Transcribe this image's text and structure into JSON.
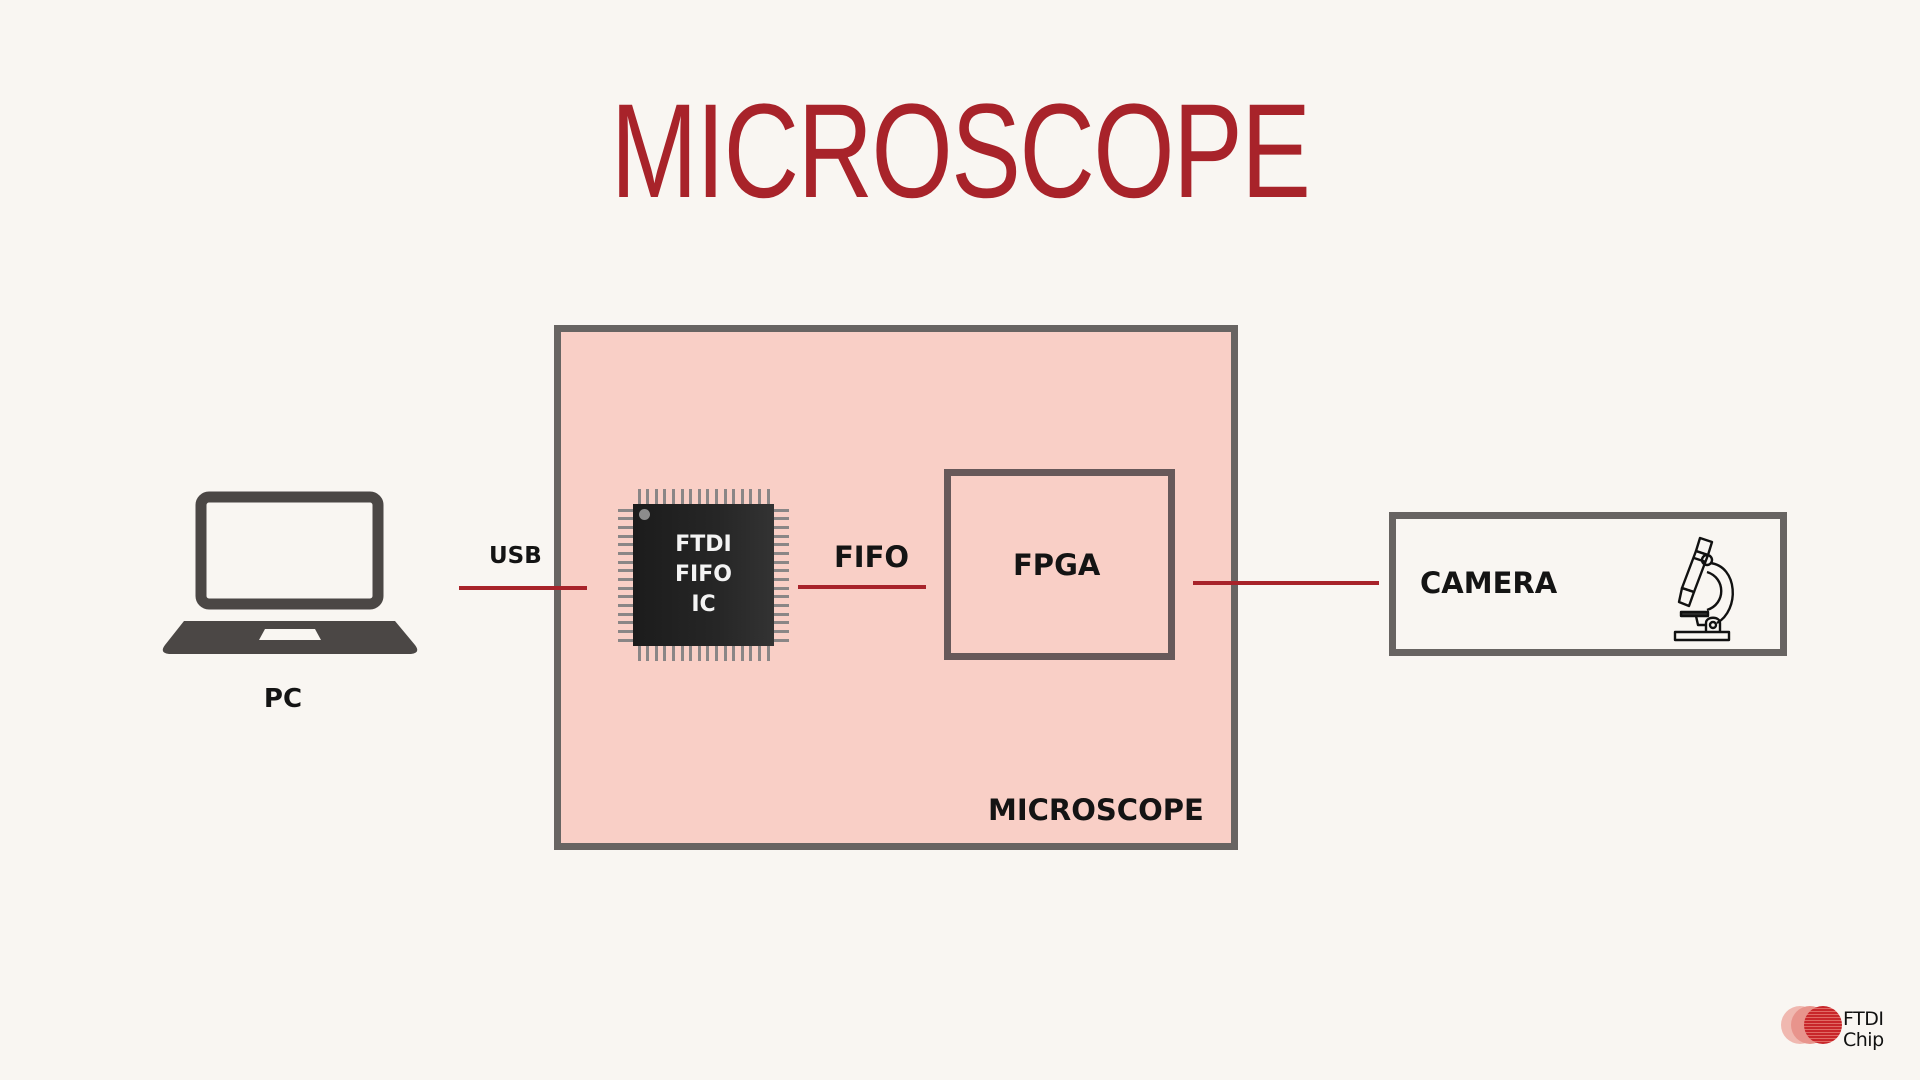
{
  "title": "MICROSCOPE",
  "colors": {
    "background": "#f9f6f2",
    "accent_red": "#a8232a",
    "box_fill": "#f9cfc6",
    "border_gray": "#686462",
    "icon_gray": "#4b4745"
  },
  "nodes": {
    "pc": {
      "label": "PC",
      "icon": "laptop-icon"
    },
    "microscope_box": {
      "label": "MICROSCOPE"
    },
    "ftdi_chip": {
      "lines": [
        "FTDI",
        "FIFO",
        "IC"
      ],
      "icon": "ic-chip-icon"
    },
    "fpga": {
      "label": "FPGA"
    },
    "camera": {
      "label": "CAMERA",
      "icon": "microscope-icon"
    }
  },
  "links": {
    "pc_to_chip": {
      "label": "USB"
    },
    "chip_to_fpga": {
      "label": "FIFO"
    },
    "fpga_to_camera": {
      "label": ""
    }
  },
  "logo": {
    "line1": "FTDI",
    "line2": "Chip"
  }
}
